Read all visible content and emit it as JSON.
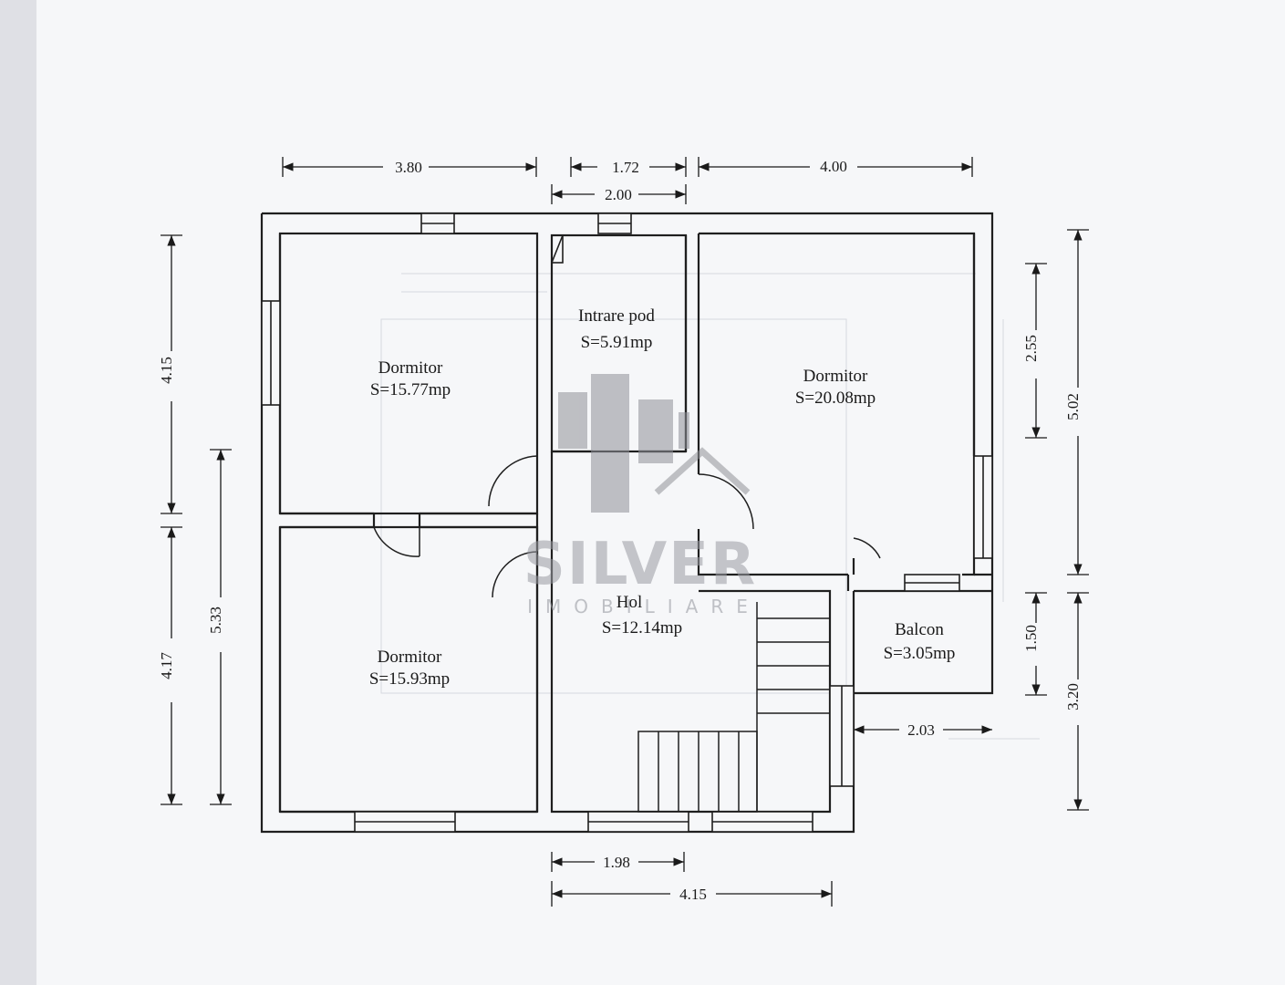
{
  "rooms": [
    {
      "name": "Dormitor",
      "area": "S=15.77mp"
    },
    {
      "name": "Intrare pod",
      "area": "S=5.91mp"
    },
    {
      "name": "Dormitor",
      "area": "S=20.08mp"
    },
    {
      "name": "Dormitor",
      "area": "S=15.93mp"
    },
    {
      "name": "Hol",
      "area": "S=12.14mp"
    },
    {
      "name": "Balcon",
      "area": "S=3.05mp"
    }
  ],
  "dimensions": {
    "top_left": "3.80",
    "top_middle": "1.72",
    "top_middle_lower": "2.00",
    "top_right": "4.00",
    "left_upper": "4.15",
    "left_lower": "4.17",
    "left_inner": "5.33",
    "right_upper_inner": "2.55",
    "right_outer": "5.02",
    "right_lower_inner": "1.50",
    "right_lower_outer": "3.20",
    "balcony_width": "2.03",
    "bottom_inner": "1.98",
    "bottom_outer": "4.15"
  },
  "watermark": {
    "brand": "SILVER",
    "sub": "IMOBILIARE"
  },
  "colors": {
    "paper": "#f7f8fa",
    "background": "#e9eaee",
    "wall": "#1f1f1f"
  }
}
